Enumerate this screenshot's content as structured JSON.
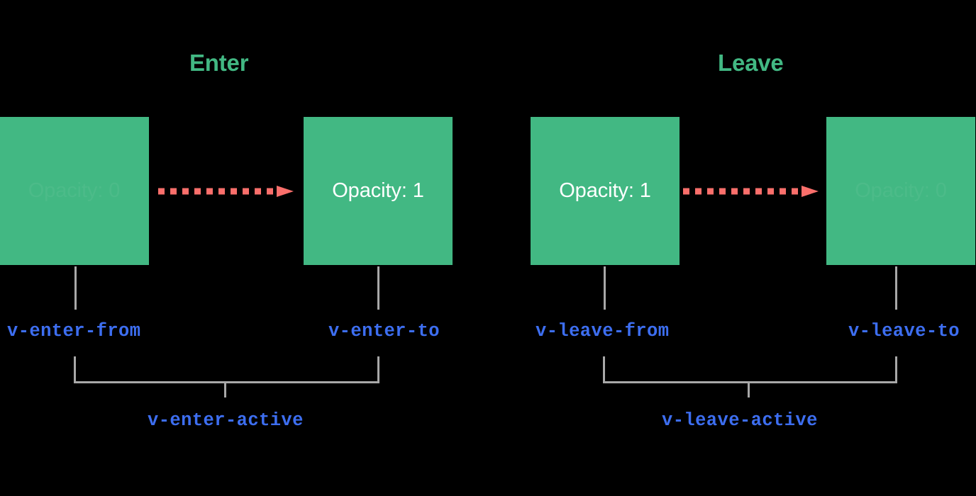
{
  "page": {
    "background_color": "#000000",
    "accent_green": "#42b883",
    "accent_red": "#fa6f6b",
    "accent_blue": "#3d6ef0",
    "bracket_color": "#a8a8a8",
    "text_white": "#ffffff"
  },
  "sections": [
    {
      "id": "enter",
      "title": "Enter",
      "from_box": {
        "label": "Opacity: 0",
        "faded": true
      },
      "to_box": {
        "label": "Opacity: 1",
        "faded": false
      },
      "from_class": "v-enter-from",
      "to_class": "v-enter-to",
      "active_class": "v-enter-active",
      "arrow": "dashed-arrow-right-icon"
    },
    {
      "id": "leave",
      "title": "Leave",
      "from_box": {
        "label": "Opacity: 1",
        "faded": false
      },
      "to_box": {
        "label": "Opacity: 0",
        "faded": true
      },
      "from_class": "v-leave-from",
      "to_class": "v-leave-to",
      "active_class": "v-leave-active",
      "arrow": "dashed-arrow-right-icon"
    }
  ],
  "chart_data": {
    "type": "diagram",
    "title": "Vue Transition Class Lifecycle",
    "phases": [
      {
        "name": "Enter",
        "start_state": "Opacity: 0",
        "end_state": "Opacity: 1",
        "start_class": "v-enter-from",
        "end_class": "v-enter-to",
        "spanning_class": "v-enter-active"
      },
      {
        "name": "Leave",
        "start_state": "Opacity: 1",
        "end_state": "Opacity: 0",
        "start_class": "v-leave-from",
        "end_class": "v-leave-to",
        "spanning_class": "v-leave-active"
      }
    ]
  }
}
